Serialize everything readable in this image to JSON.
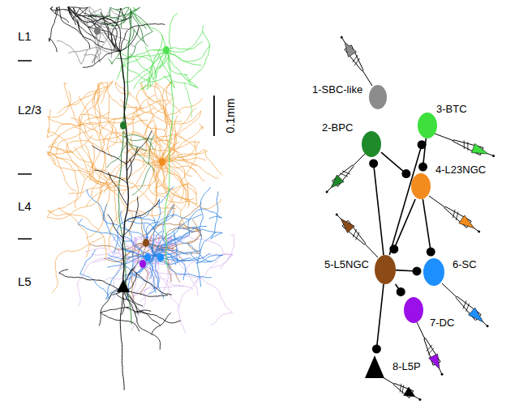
{
  "diagram": {
    "nodes": [
      {
        "text": [
          "1-SBC-like"
        ]
      },
      {
        "text": [
          "2-BPC"
        ]
      },
      {
        "text": [
          "3-BTC"
        ]
      },
      {
        "text": [
          "4-L23NGC"
        ]
      },
      {
        "text": [
          "5-L5NGC"
        ]
      },
      {
        "text": [
          "6-SC"
        ]
      },
      {
        "text": [
          "7-DC"
        ]
      },
      {
        "text": [
          "8-L5P"
        ]
      }
    ],
    "edges": [
      {
        "from": 4,
        "to": 1,
        "arrow": "to"
      },
      {
        "from": 4,
        "to": 2,
        "arrow": "to"
      },
      {
        "from": 1,
        "to": 3,
        "arrow": "to"
      },
      {
        "from": 2,
        "to": 3,
        "arrow": "to"
      },
      {
        "from": 3,
        "to": 4,
        "arrow": "to"
      },
      {
        "from": 3,
        "to": 5,
        "arrow": "to"
      },
      {
        "from": 4,
        "to": 5,
        "arrow": "to"
      },
      {
        "from": 4,
        "to": 6,
        "arrow": "to"
      },
      {
        "from": 4,
        "to": 7,
        "arrow": "to"
      }
    ],
    "labels": [
      "L1",
      "L2/3",
      "L4",
      "L5",
      "0.1mm"
    ]
  }
}
